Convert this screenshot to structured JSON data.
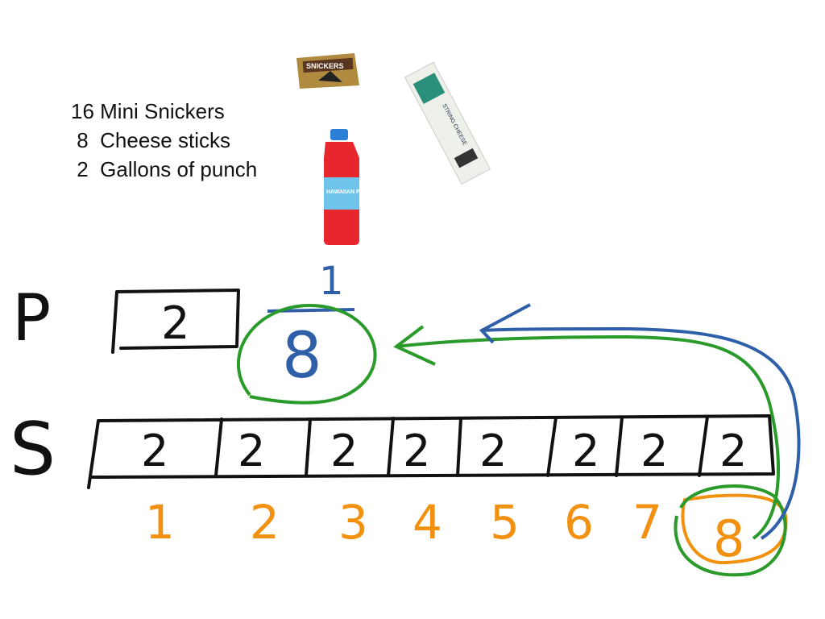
{
  "items_list": [
    "16 Mini Snickers",
    " 8  Cheese sticks",
    " 2  Gallons of punch"
  ],
  "images": {
    "snickers": "SNICKERS",
    "cheese": "STRING CHEESE",
    "punch": "HAWAIIAN PUNCH"
  },
  "diagram": {
    "p_label": "P",
    "s_label": "S",
    "p_box_value": "2",
    "fraction_numerator": "1",
    "fraction_denominator": "8",
    "s_cells": [
      "2",
      "2",
      "2",
      "2",
      "2",
      "2",
      "2",
      "2"
    ],
    "s_counts": [
      "1",
      "2",
      "3",
      "4",
      "5",
      "6",
      "7",
      "8"
    ]
  },
  "colors": {
    "ink": "#111111",
    "blue": "#2e5fa8",
    "green": "#2a9a2a",
    "orange": "#f2900f"
  }
}
